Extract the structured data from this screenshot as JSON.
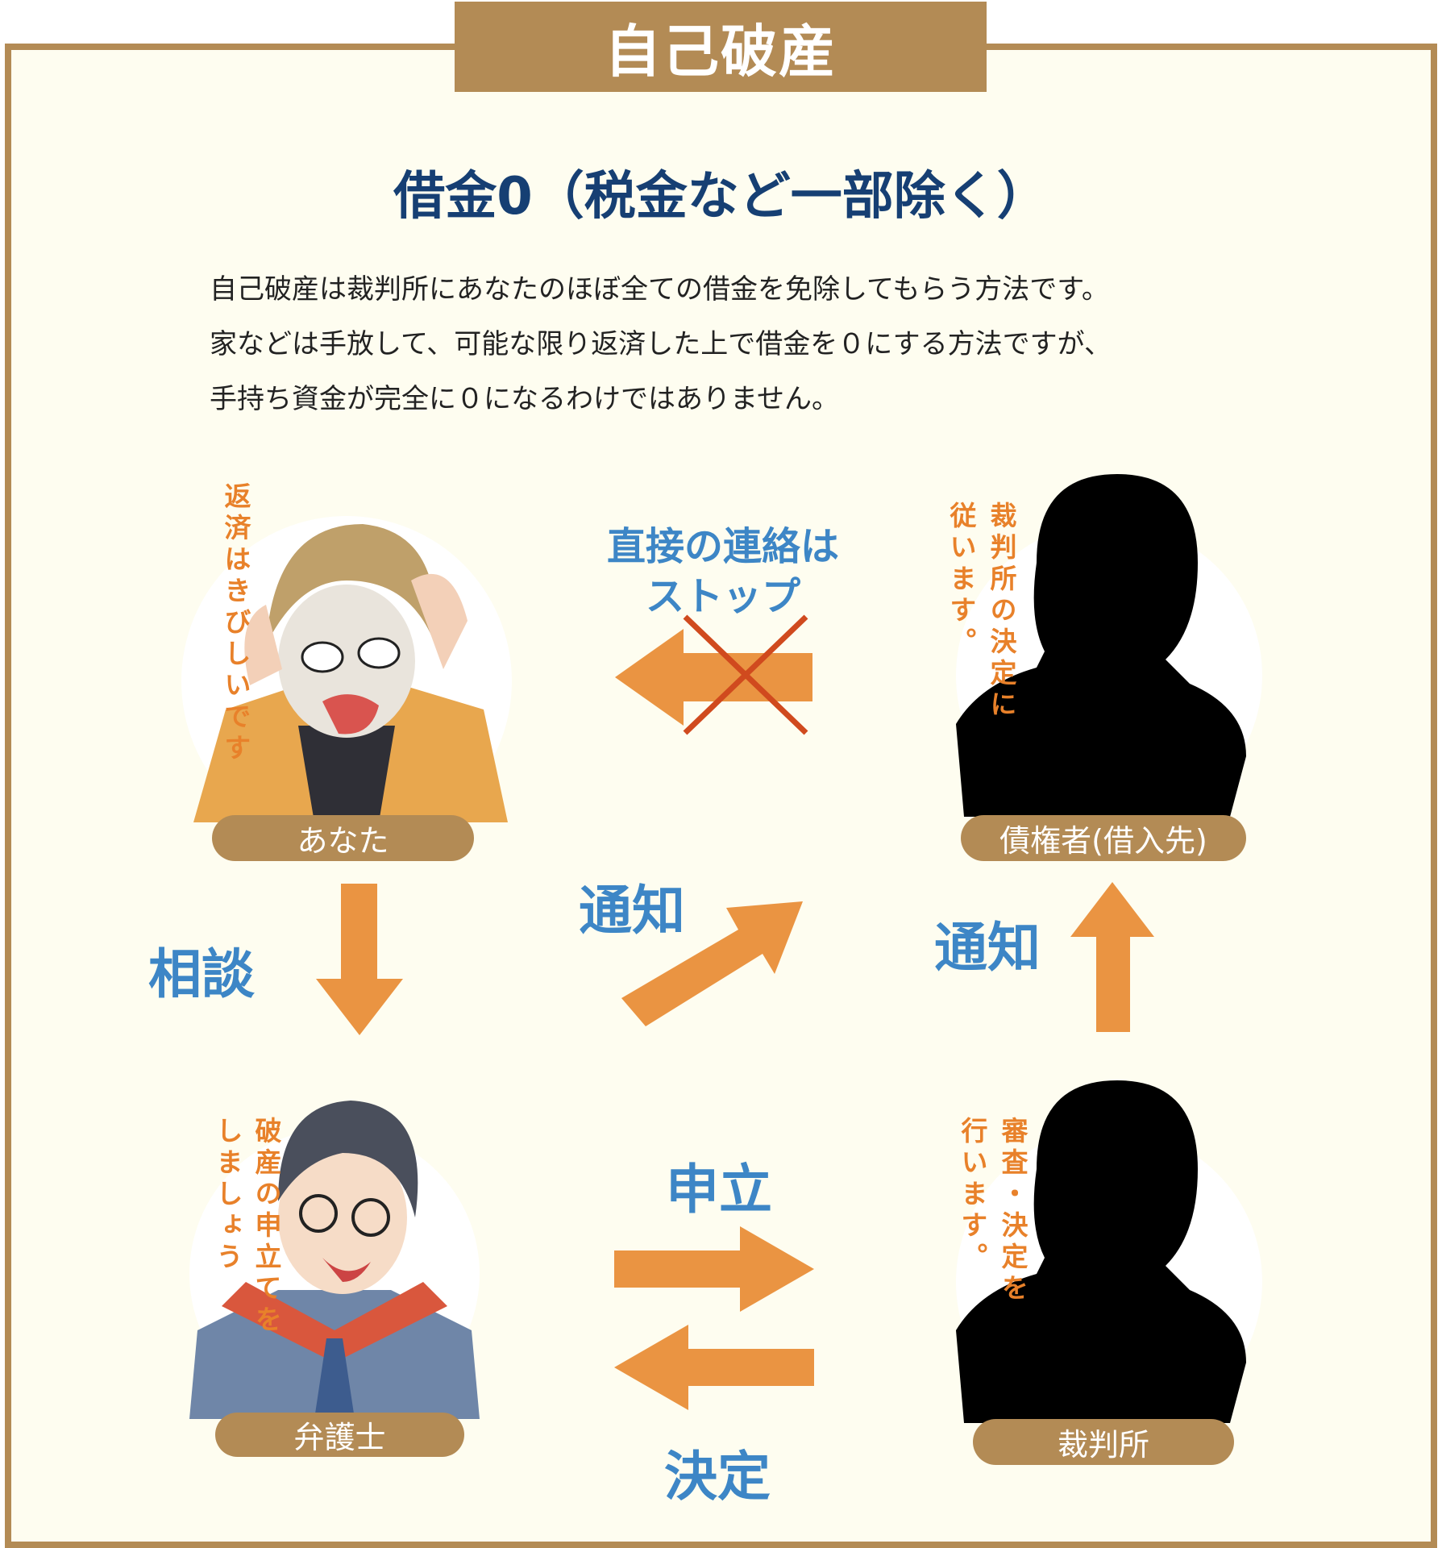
{
  "header": {
    "title": "自己破産"
  },
  "subtitle": "借金0（税金など一部除く）",
  "description": [
    "自己破産は裁判所にあなたのほぼ全ての借金を免除してもらう方法です。",
    "家などは手放して、可能な限り返済した上で借金を０にする方法ですが、",
    "手持ち資金が完全に０になるわけではありません。"
  ],
  "people": {
    "you": {
      "label": "あなた",
      "speech": "返済はきびしいです"
    },
    "creditor": {
      "label": "債権者(借入先)",
      "speech_1": "裁判所の決定に",
      "speech_2": "従います。"
    },
    "lawyer": {
      "label": "弁護士",
      "speech_1": "破産の申立てを",
      "speech_2": "しましょう"
    },
    "court": {
      "label": "裁判所",
      "speech_1": "審査・決定を",
      "speech_2": "行います。"
    }
  },
  "flows": {
    "stop_line1": "直接の連絡は",
    "stop_line2": "ストップ",
    "consult": "相談",
    "notice_diag": "通知",
    "notice_up": "通知",
    "petition": "申立",
    "decision": "決定"
  },
  "colors": {
    "brand": "#b38b55",
    "title": "#163f73",
    "flow_label": "#3d86c6",
    "arrow": "#e8882f",
    "cross": "#d04a1e",
    "speech": "#e8812a",
    "background": "#fefdf0"
  }
}
